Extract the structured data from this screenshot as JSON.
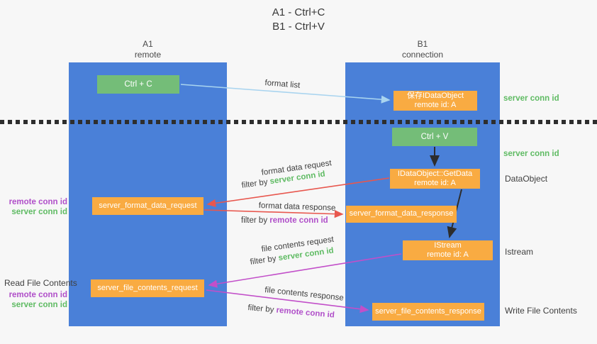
{
  "title": {
    "line1": "A1 - Ctrl+C",
    "line2": "B1 - Ctrl+V"
  },
  "lanes": {
    "a": {
      "name": "A1",
      "subtitle": "remote"
    },
    "b": {
      "name": "B1",
      "subtitle": "connection"
    }
  },
  "boxes": {
    "ctrl_c": {
      "label": "Ctrl + C"
    },
    "save_dataobject": {
      "line1": "保存IDataObject",
      "line2": "remote id: A"
    },
    "ctrl_v": {
      "label": "Ctrl + V"
    },
    "getdata": {
      "line1": "IDataObject::GetData",
      "line2": "remote id: A"
    },
    "format_request": {
      "label": "server_format_data_request"
    },
    "format_response": {
      "label": "server_format_data_response"
    },
    "istream": {
      "line1": "IStream",
      "line2": "remote id: A"
    },
    "file_request": {
      "label": "server_file_contents_request"
    },
    "file_response": {
      "label": "server_file_contents_response"
    }
  },
  "side_labels": {
    "server_conn_id_top": "server conn id",
    "server_conn_id_mid": "server conn id",
    "dataobject": "DataObject",
    "istream": "Istream",
    "write_file": "Write File Contents",
    "read_file": "Read File Contents",
    "left_format_remote": "remote conn id",
    "left_format_server": "server conn id",
    "left_file_remote": "remote conn id",
    "left_file_server": "server conn id"
  },
  "arrows": {
    "format_list": {
      "label": "format list"
    },
    "format_request": {
      "label": "format data request",
      "filter_prefix": "filter by ",
      "filter_key": "server conn id"
    },
    "format_response": {
      "label": "format data response",
      "filter_prefix": "filter by ",
      "filter_key": "remote conn id"
    },
    "file_request": {
      "label": "file contents request",
      "filter_prefix": "filter by ",
      "filter_key": "server conn id"
    },
    "file_response": {
      "label": "file contents response",
      "filter_prefix": "filter by ",
      "filter_key": "remote conn id"
    }
  },
  "colors": {
    "lane_blue": "#4a80d8",
    "box_green": "#74bd78",
    "box_orange": "#f9ab42",
    "arrow_red": "#e8574e",
    "arrow_magenta": "#c24fc9",
    "arrow_lightblue": "#a9d4ef",
    "arrow_black": "#2d2d2d",
    "text_green": "#5fbb63",
    "text_purple": "#b04fc9",
    "text_dark": "#3f3f3f"
  }
}
